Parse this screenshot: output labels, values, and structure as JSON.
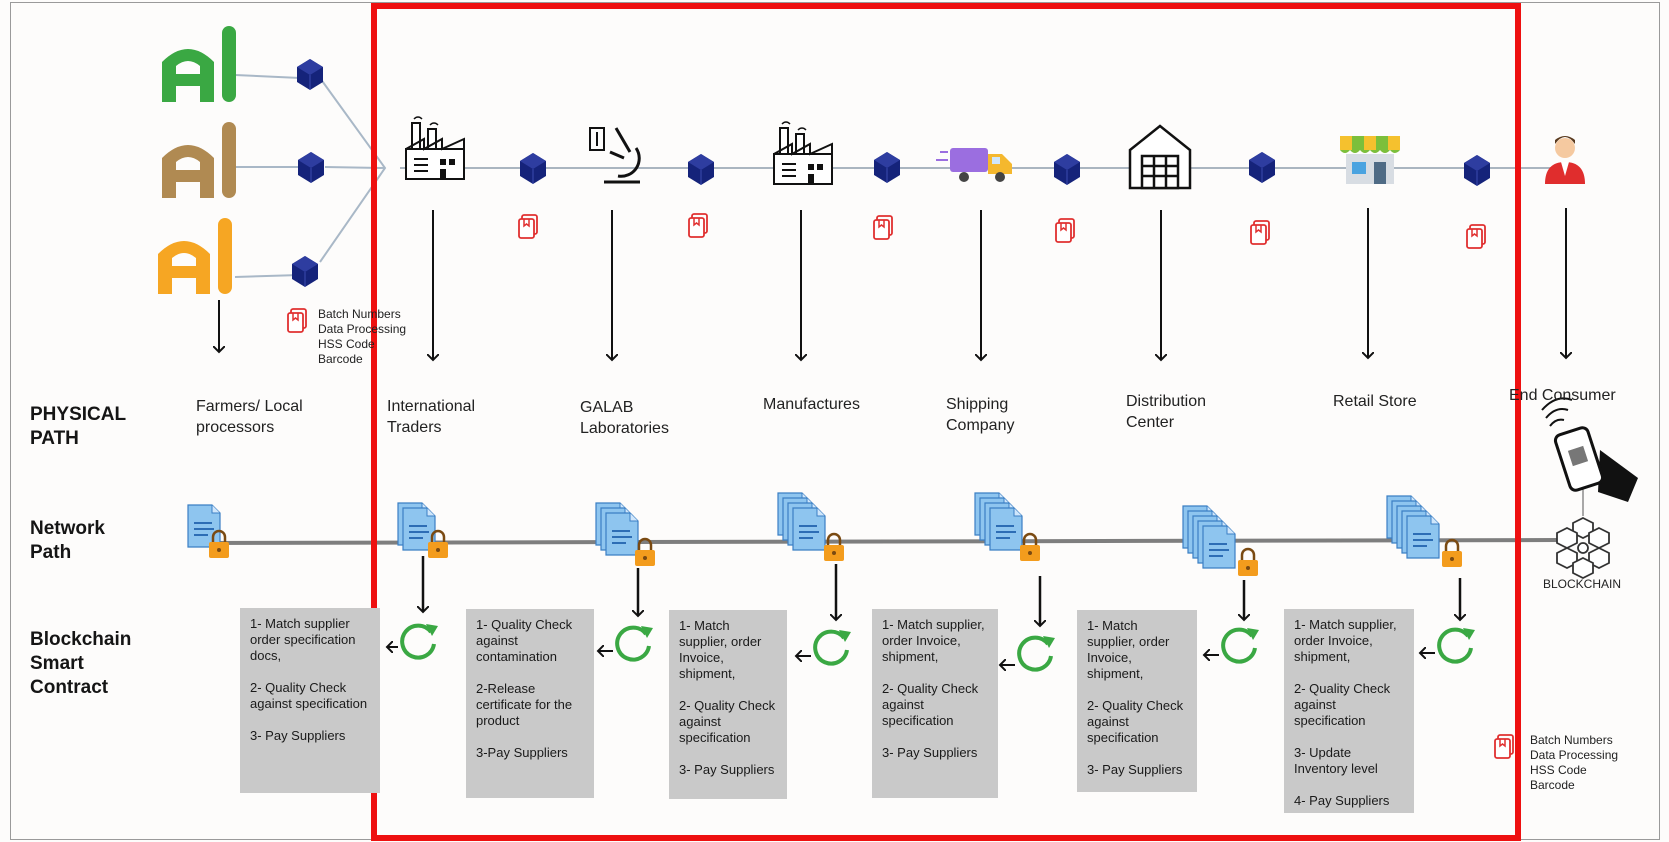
{
  "row_labels": {
    "physical": "PHYSICAL PATH",
    "network": "Network Path",
    "contract": "Blockchain Smart Contract"
  },
  "actors": [
    {
      "name": "Farmers/ Local processors"
    },
    {
      "name": "International Traders"
    },
    {
      "name": "GALAB Laboratories"
    },
    {
      "name": "Manufactures"
    },
    {
      "name": "Shipping Company"
    },
    {
      "name": "Distribution Center"
    },
    {
      "name": "Retail Store"
    },
    {
      "name": "End Consumer"
    }
  ],
  "farm_logo_text": "Al",
  "legend_top": {
    "lines": [
      "Batch Numbers",
      "Data Processing",
      "HSS Code",
      "Barcode"
    ]
  },
  "legend_bottom": {
    "lines": [
      "Batch Numbers",
      "Data Processing",
      "HSS Code",
      "Barcode"
    ]
  },
  "blockchain_label": "BLOCKCHAIN",
  "contracts": [
    {
      "items": [
        "1- Match supplier order specification docs,",
        "2- Quality Check against specification",
        "3- Pay Suppliers"
      ]
    },
    {
      "items": [
        "1- Quality Check against contamination",
        "2-Release certificate for  the product",
        "3-Pay Suppliers"
      ]
    },
    {
      "items": [
        "1- Match supplier, order Invoice, shipment,",
        "2- Quality Check against specification",
        "3- Pay Suppliers"
      ]
    },
    {
      "items": [
        "1- Match supplier, order Invoice, shipment,",
        "2- Quality Check against specification",
        "3- Pay Suppliers"
      ]
    },
    {
      "items": [
        "1- Match supplier, order Invoice, shipment,",
        "2- Quality Check against specification",
        "3- Pay Suppliers"
      ]
    },
    {
      "items": [
        "1- Match supplier, order Invoice, shipment,",
        "2- Quality Check against specification",
        "3- Update Inventory level",
        "4- Pay Suppliers"
      ]
    }
  ],
  "colors": {
    "frame_highlight": "#ee1010",
    "cube": "#15237a",
    "tag": "#e03030",
    "box": "#c9c9c9",
    "refresh": "#3aa843",
    "lock": "#f39c1d",
    "doc": "#8ec5ef",
    "farm_green": "#3aa843",
    "farm_brown": "#b08a52",
    "farm_orange": "#f6a623"
  }
}
